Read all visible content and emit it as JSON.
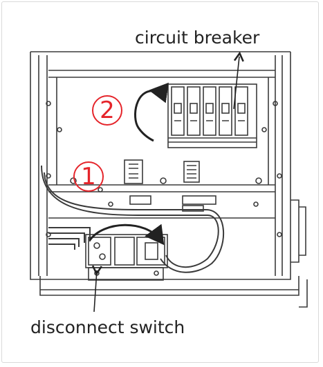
{
  "labels": {
    "circuit_breaker": "circuit breaker",
    "disconnect_switch": "disconnect switch"
  },
  "steps": {
    "step_1": "1",
    "step_2": "2"
  },
  "colors": {
    "line_art": "#3a3a3a",
    "step_marker": "#e5242a"
  },
  "icons": {
    "rotate_arrow_step_2": "curved-arrow-icon",
    "rotate_arrow_switch": "curved-arrow-icon",
    "leader_arrows": "arrow-icon"
  }
}
